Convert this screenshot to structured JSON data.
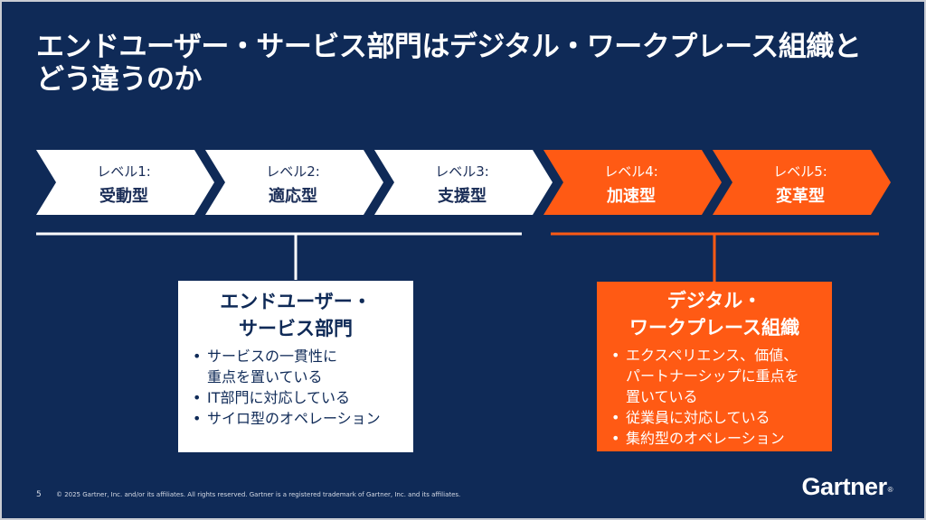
{
  "title": {
    "line1": "エンドユーザー・サービス部門はデジタル・ワークプレース組織と",
    "line2": "どう違うのか"
  },
  "levels": [
    {
      "level": "レベル1:",
      "name": "受動型"
    },
    {
      "level": "レベル2:",
      "name": "適応型"
    },
    {
      "level": "レベル3:",
      "name": "支援型"
    },
    {
      "level": "レベル4:",
      "name": "加速型"
    },
    {
      "level": "レベル5:",
      "name": "変革型"
    }
  ],
  "left_box": {
    "title_line1": "エンドユーザー・",
    "title_line2": "サービス部門",
    "bullets": [
      {
        "lines": [
          "サービスの一貫性に",
          "重点を置いている"
        ]
      },
      {
        "lines": [
          "IT部門に対応している"
        ]
      },
      {
        "lines": [
          "サイロ型のオペレーション"
        ]
      }
    ]
  },
  "right_box": {
    "title_line1": "デジタル・",
    "title_line2": "ワークプレース組織",
    "bullets": [
      {
        "lines": [
          "エクスペリエンス、価値、",
          "パートナーシップに重点を",
          "置いている"
        ]
      },
      {
        "lines": [
          "従業員に対応している"
        ]
      },
      {
        "lines": [
          "集約型のオペレーション"
        ]
      }
    ]
  },
  "footer": {
    "page": "5",
    "copyright": "© 2025 Gartner, Inc. and/or its affiliates. All rights reserved. Gartner is a registered trademark of Gartner, Inc. and its affiliates."
  },
  "logo": {
    "text": "Gartner",
    "mark": "®"
  },
  "colors": {
    "background": "#0f2a57",
    "accent": "#ff5a14",
    "white": "#ffffff"
  }
}
